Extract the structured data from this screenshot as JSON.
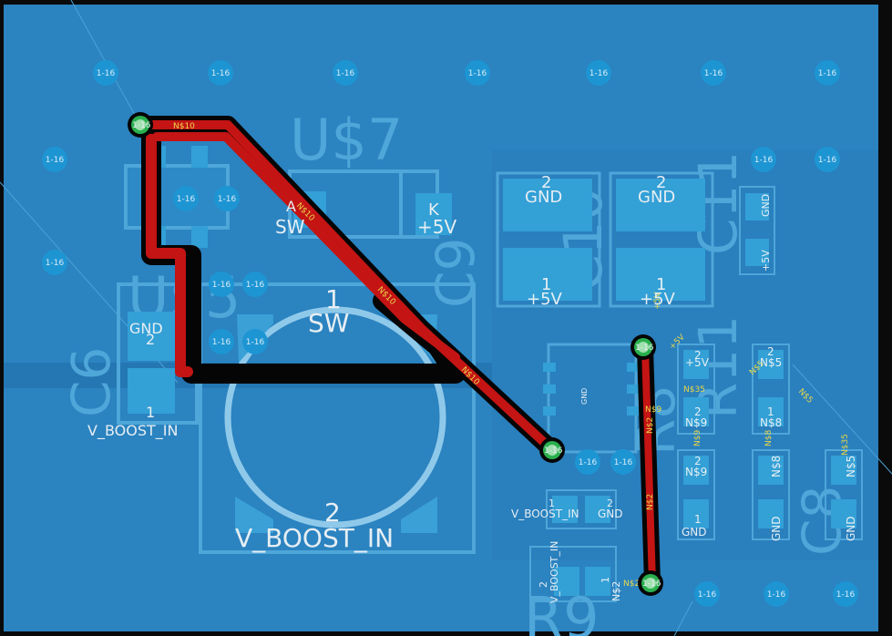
{
  "colors": {
    "background": "#0a0a0a",
    "copper_pour": "#2b83c0",
    "silkscreen": "#5ab1e0",
    "component_pad": "#33a0d6",
    "trace_red": "#c41414",
    "trace_black": "#050505",
    "trace_light": "#62b4e2",
    "via_ring": "#2ab04e",
    "via_hole": "#9fe0ae",
    "via_dot": "#1e95d3",
    "label_yellow": "#e8d84a",
    "text_light": "#e6eef3",
    "grid_bright": "#3c9ed8"
  },
  "via_label": "1-16",
  "refdes": {
    "u7": "U$7",
    "u5": "U$5",
    "c6": "C6",
    "c9": "C9",
    "c10": "C10",
    "c11": "C11",
    "c8": "C8",
    "r11": "R11",
    "r8": "R8",
    "r9": "R9"
  },
  "pins": {
    "sw": "SW",
    "k": "K",
    "plus5v": "+5V",
    "gnd": "GND",
    "one": "1",
    "two": "2",
    "v_boost_in": "V_BOOST_IN",
    "a": "A"
  },
  "nets": {
    "n10": "N$10",
    "n5": "N$5",
    "n8": "N$8",
    "n9": "N$9",
    "n2": "N$2",
    "n35": "N$35",
    "plus5v": "+5V",
    "gnd": "GND"
  }
}
